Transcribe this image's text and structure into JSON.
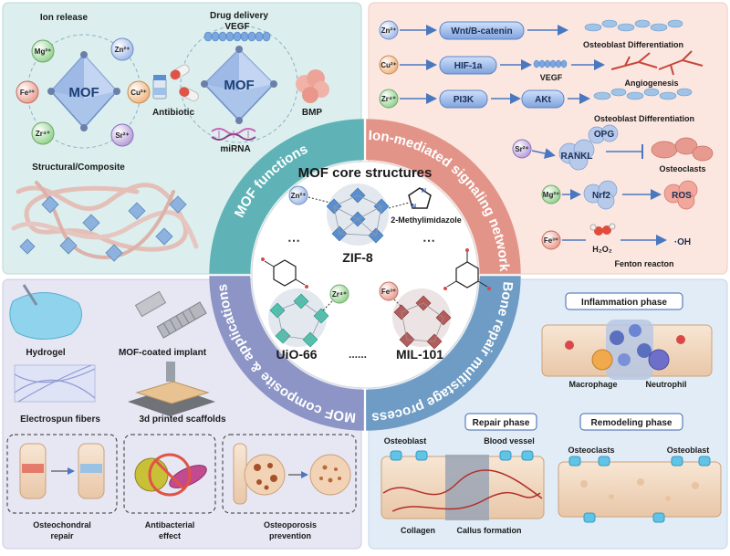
{
  "panels": {
    "top_left": {
      "ion_release": "Ion release",
      "drug_delivery": "Drug delivery",
      "mof_label": "MOF",
      "ions": [
        "Mg²⁺",
        "Zn²⁺",
        "Fe³⁺",
        "Cu²⁺",
        "Zr⁴⁺",
        "Sr²⁺"
      ],
      "vegf": "VEGF",
      "antibiotic": "Antibiotic",
      "bmp": "BMP",
      "mirna": "miRNA",
      "structural": "Structural/Composite"
    },
    "top_right": {
      "rows": [
        {
          "ion": "Zn²⁺",
          "target": "Wnt/B-catenin",
          "outcome": "Osteoblast Differentiation"
        },
        {
          "ion": "Cu²⁺",
          "target": "HIF-1a",
          "mid": "VEGF",
          "outcome": "Angiogenesis"
        },
        {
          "ion": "Zr⁴⁺",
          "target": "PI3K",
          "mid": "AKt",
          "outcome": "Osteoblast Differentiation"
        },
        {
          "ion": "Sr²⁺",
          "target": "RANKL",
          "mid": "OPG",
          "outcome": "Osteoclasts"
        },
        {
          "ion": "Mg²⁺",
          "target": "Nrf2",
          "outcome": "ROS"
        },
        {
          "ion": "Fe³⁺",
          "target": "H₂O₂",
          "mid": "·OH",
          "outcome": "Fenton reacton"
        }
      ]
    },
    "bottom_left": {
      "items": [
        "Hydrogel",
        "MOF-coated implant",
        "Electrospun fibers",
        "3d printed scaffolds"
      ],
      "boxes": [
        "Osteochondral repair",
        "Antibacterial effect",
        "Osteoporosis prevention"
      ]
    },
    "bottom_right": {
      "inflammation": "Inflammation phase",
      "macrophage": "Macrophage",
      "neutrophil": "Neutrophil",
      "repair": "Repair phase",
      "remodeling": "Remodeling phase",
      "osteoblast": "Osteoblast",
      "blood_vessel": "Blood vessel",
      "collagen": "Collagen",
      "callus": "Callus formation",
      "osteoclasts": "Osteoclasts"
    }
  },
  "ring": {
    "mof_functions": "MOF functions",
    "ion_network": "Ion-mediated signaling network",
    "composite": "MOF composite & applications",
    "bone_repair": "Bone repair multistage process"
  },
  "core": {
    "title": "MOF core structures",
    "zif8": "ZIF-8",
    "uio66": "UiO-66",
    "mil101": "MIL-101",
    "methylimidazole": "2-Methylimidazole",
    "zn": "Zn²⁺",
    "zr": "Zr⁴⁺",
    "fe": "Fe³⁺",
    "dots": "⋯",
    "dots2": "......"
  },
  "colors": {
    "teal": "#5fb3b7",
    "purple_blue": "#8c95c6",
    "steel_blue": "#6e9cc4",
    "salmon": "#e39489"
  }
}
